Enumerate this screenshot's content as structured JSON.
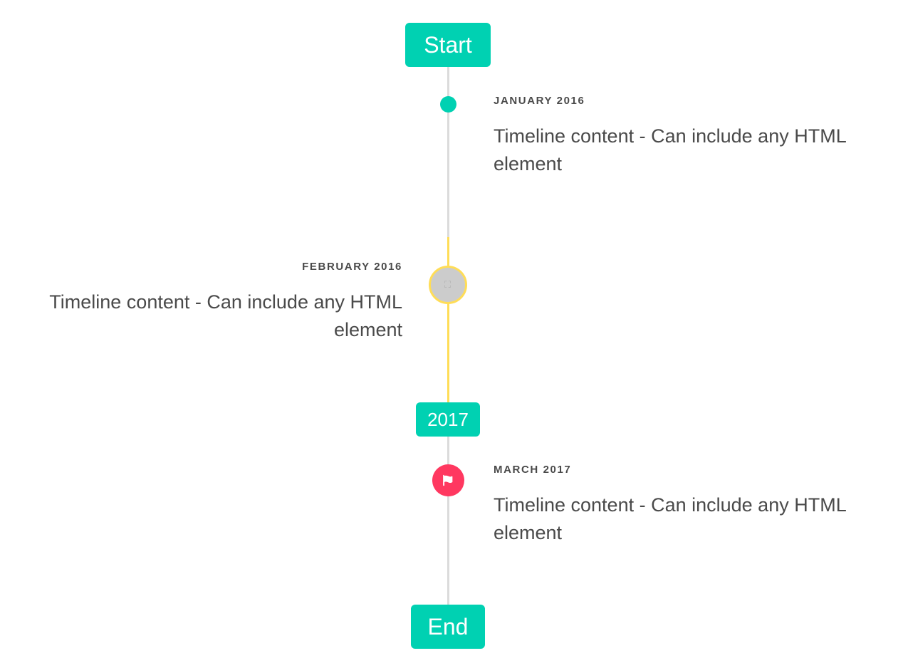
{
  "timeline": {
    "accent_color": "#00d1b2",
    "warning_color": "#ffdd57",
    "danger_color": "#ff3860",
    "line_color": "#dbdbdb",
    "text_color": "#4a4a4a",
    "background": "#ffffff",
    "header_label": "Start",
    "middle_label": "2017",
    "footer_label": "End",
    "items": [
      {
        "heading": "JANUARY 2016",
        "body": "Timeline content - Can include any HTML element",
        "side": "right",
        "marker": "dot-icon",
        "marker_color": "#00d1b2"
      },
      {
        "heading": "FEBRUARY 2016",
        "body": "Timeline content - Can include any HTML element",
        "side": "left",
        "marker": "broken-image-icon",
        "marker_color": "#ffdd57",
        "marker_glyph": "⛶"
      },
      {
        "heading": "MARCH 2017",
        "body": "Timeline content - Can include any HTML element",
        "side": "right",
        "marker": "flag-icon",
        "marker_color": "#ff3860"
      }
    ]
  }
}
